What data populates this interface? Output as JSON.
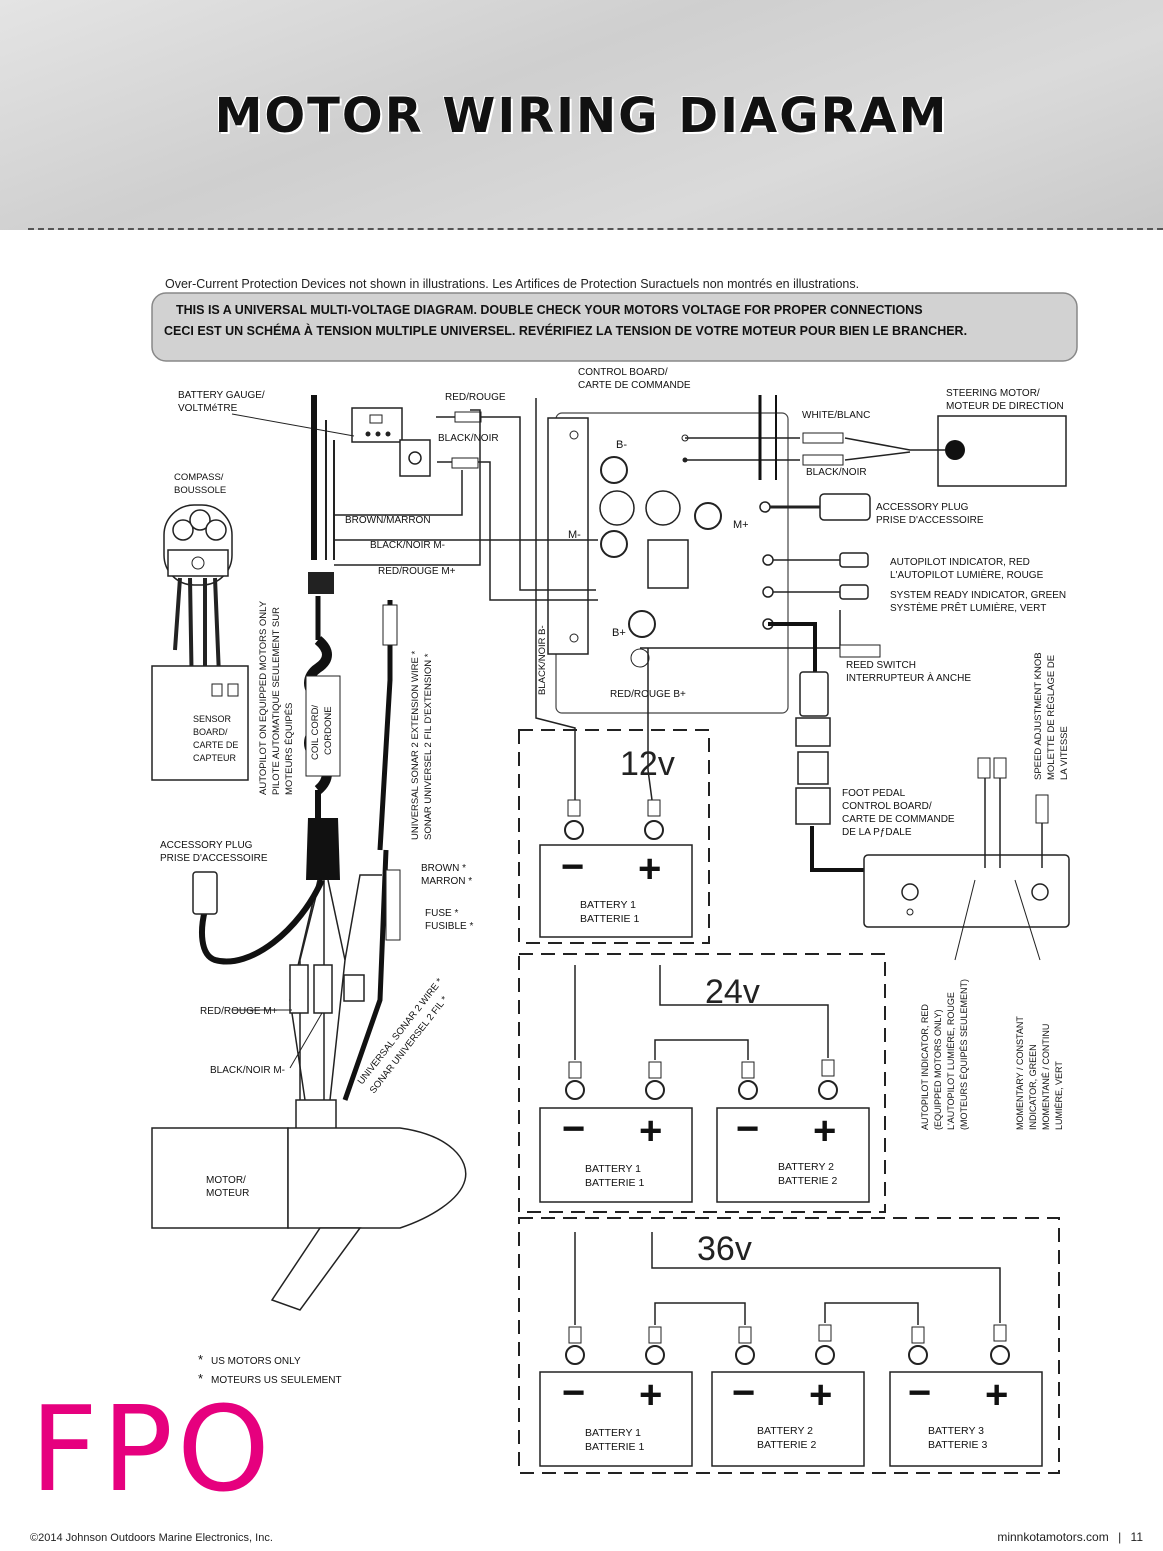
{
  "page": {
    "title": "MOTOR WIRING DIAGRAM",
    "footer_copyright": "©2014 Johnson Outdoors Marine Electronics, Inc.",
    "footer_site": "minnkotamotors.com",
    "footer_separator": "|",
    "page_number": "11",
    "fpo": "FPO"
  },
  "notes": {
    "overcurrent": "Over-Current Protection Devices not shown in illustrations.  Les Artifices de Protection Suractuels non montrés en illustrations.",
    "banner_line1": "THIS IS A UNIVERSAL MULTI-VOLTAGE DIAGRAM. DOUBLE CHECK YOUR MOTORS VOLTAGE FOR PROPER CONNECTIONS",
    "banner_line2": "CECI EST UN SCHÉMA À TENSION MULTIPLE UNIVERSEL. REVÉRIFIEZ LA TENSION DE VOTRE MOTEUR POUR BIEN LE BRANCHER.",
    "us_only_1": "US MOTORS ONLY",
    "us_only_2": "MOTEURS US SEULEMENT",
    "asterisk": "*"
  },
  "labels": {
    "battery_gauge_1": "BATTERY GAUGE/",
    "battery_gauge_2": "VOLTMéTRE",
    "red_rouge": "RED/ROUGE",
    "black_noir": "BLACK/NOIR",
    "control_board_1": "CONTROL BOARD/",
    "control_board_2": "CARTE DE COMMANDE",
    "steering_1": "STEERING MOTOR/",
    "steering_2": "MOTEUR DE DIRECTION",
    "white_blanc": "WHITE/BLANC",
    "black_noir_2": "BLACK/NOIR",
    "compass_1": "COMPASS/",
    "compass_2": "BOUSSOLE",
    "brown_marron": "BROWN/MARRON",
    "black_noir_m": "BLACK/NOIR M-",
    "red_rouge_m": "RED/ROUGE M+",
    "b_minus": "B-",
    "m_minus": "M-",
    "m_plus": "M+",
    "b_plus": "B+",
    "accessory_plug_1": "ACCESSORY PLUG",
    "accessory_plug_2": "PRISE D'ACCESSOIRE",
    "autopilot_ind_1": "AUTOPILOT INDICATOR, RED",
    "autopilot_ind_2": "L'AUTOPILOT LUMIÈRE, ROUGE",
    "system_ready_1": "SYSTEM READY INDICATOR, GREEN",
    "system_ready_2": "SYSTÈME PRÊT LUMIÈRE, VERT",
    "reed_1": "REED SWITCH",
    "reed_2": "INTERRUPTEUR À ANCHE",
    "black_noir_b": "BLACK/NOIR B-",
    "red_rouge_b": "RED/ROUGE B+",
    "sensor_1": "SENSOR",
    "sensor_2": "BOARD/",
    "sensor_3": "CARTE DE",
    "sensor_4": "CAPTEUR",
    "autopilot_v1": "AUTOPILOT ON EQUIPPED MOTORS ONLY",
    "autopilot_v2": "PILOTE AUTOMATIQUE SEULEMENT SUR",
    "autopilot_v3": "MOTEURS ÉQUIPÉS",
    "coil_1": "COIL CORD/",
    "coil_2": "CORDONE",
    "sonar_ext_1": "UNIVERSAL SONAR 2 EXTENSION WIRE *",
    "sonar_ext_2": "SONAR UNIVERSEL 2 FIL D'EXTENSION *",
    "accessory_plug_left_1": "ACCESSORY PLUG",
    "accessory_plug_left_2": "PRISE D'ACCESSOIRE",
    "brown_star_1": "BROWN *",
    "brown_star_2": "MARRON *",
    "fuse_1": "FUSE *",
    "fuse_2": "FUSIBLE *",
    "red_rouge_m_left": "RED/ROUGE M+",
    "black_noir_m_left": "BLACK/NOIR M-",
    "sonar_wire_1": "UNIVERSAL SONAR 2 WIRE *",
    "sonar_wire_2": "SONAR UNIVERSEL 2 FIL *",
    "motor_1": "MOTOR/",
    "motor_2": "MOTEUR",
    "foot_1": "FOOT PEDAL",
    "foot_2": "CONTROL BOARD/",
    "foot_3": "CARTE DE COMMANDE",
    "foot_4": "DE LA PƒDALE",
    "speed_1": "SPEED ADJUSTMENT KNOB",
    "speed_2": "MOLETTE DE RÉGLAGE DE",
    "speed_3": "LA VITESSE",
    "ap_v1": "AUTOPILOT INDICATOR, RED",
    "ap_v2": "(EQUIPPED MOTORS ONLY)",
    "ap_v3": "L'AUTOPILOT LUMIÈRE, ROUGE",
    "ap_v4": "(MOTEURS ÉQUIPÉS SEULEMENT)",
    "mom_v1": "MOMENTARY / CONSTANT",
    "mom_v2": "INDICATOR, GREEN",
    "mom_v3": "MOMENTANÉ / CONTINU",
    "mom_v4": "LUMIÈRE, VERT"
  },
  "battery_sections": [
    {
      "voltage": "12v",
      "batteries": [
        {
          "line1": "BATTERY 1",
          "line2": "BATTERIE 1"
        }
      ]
    },
    {
      "voltage": "24v",
      "batteries": [
        {
          "line1": "BATTERY 1",
          "line2": "BATTERIE 1"
        },
        {
          "line1": "BATTERY 2",
          "line2": "BATTERIE 2"
        }
      ]
    },
    {
      "voltage": "36v",
      "batteries": [
        {
          "line1": "BATTERY 1",
          "line2": "BATTERIE 1"
        },
        {
          "line1": "BATTERY 2",
          "line2": "BATTERIE 2"
        },
        {
          "line1": "BATTERY 3",
          "line2": "BATTERIE 3"
        }
      ]
    }
  ],
  "terminal_symbols": {
    "minus": "−",
    "plus": "+"
  }
}
